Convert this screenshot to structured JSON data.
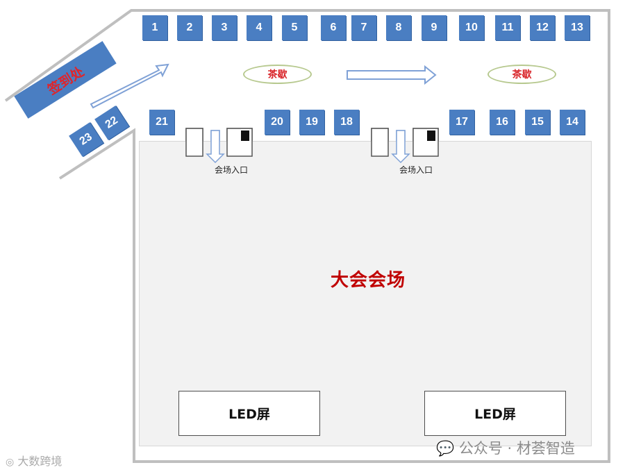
{
  "top_booths": [
    "1",
    "2",
    "3",
    "4",
    "5",
    "6",
    "7",
    "8",
    "9",
    "10",
    "11",
    "12",
    "13"
  ],
  "bottom_booths_left": [
    "21"
  ],
  "bottom_booths_mid": [
    "20",
    "19",
    "18"
  ],
  "bottom_booths_right": [
    "17",
    "16",
    "15",
    "14"
  ],
  "angled_booths": [
    "23",
    "22"
  ],
  "signin_label": "签到处",
  "tea_break_labels": [
    "茶歇",
    "茶歇"
  ],
  "entrance_labels": [
    "会场入口",
    "会场入口"
  ],
  "hall_title": "大会会场",
  "led_labels": [
    "LED屏",
    "LED屏"
  ],
  "watermark_left": "大数跨境",
  "watermark_right": "公众号 · 材荟智造",
  "colors": {
    "booth": "#4a7ec2",
    "accent_red": "#c00000",
    "hall_bg": "#f2f2f2",
    "tea_oval": "#b7c98f"
  }
}
